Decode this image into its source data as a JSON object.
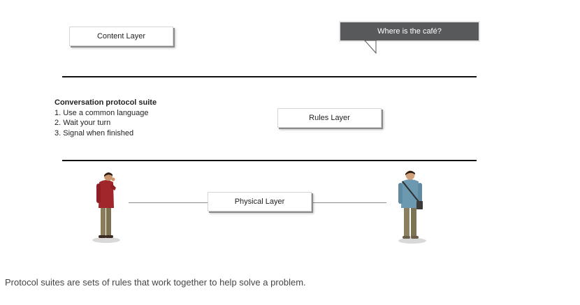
{
  "layers": {
    "content": "Content Layer",
    "rules": "Rules Layer",
    "physical": "Physical Layer"
  },
  "speech_bubble": {
    "text": "Where is the café?",
    "color": "#58595b"
  },
  "protocol_suite": {
    "title": "Conversation protocol suite",
    "rules": [
      "1. Use a common language",
      "2. Wait your turn",
      "3. Signal when finished"
    ]
  },
  "caption": "Protocol suites are sets of rules that work together to help solve a problem."
}
